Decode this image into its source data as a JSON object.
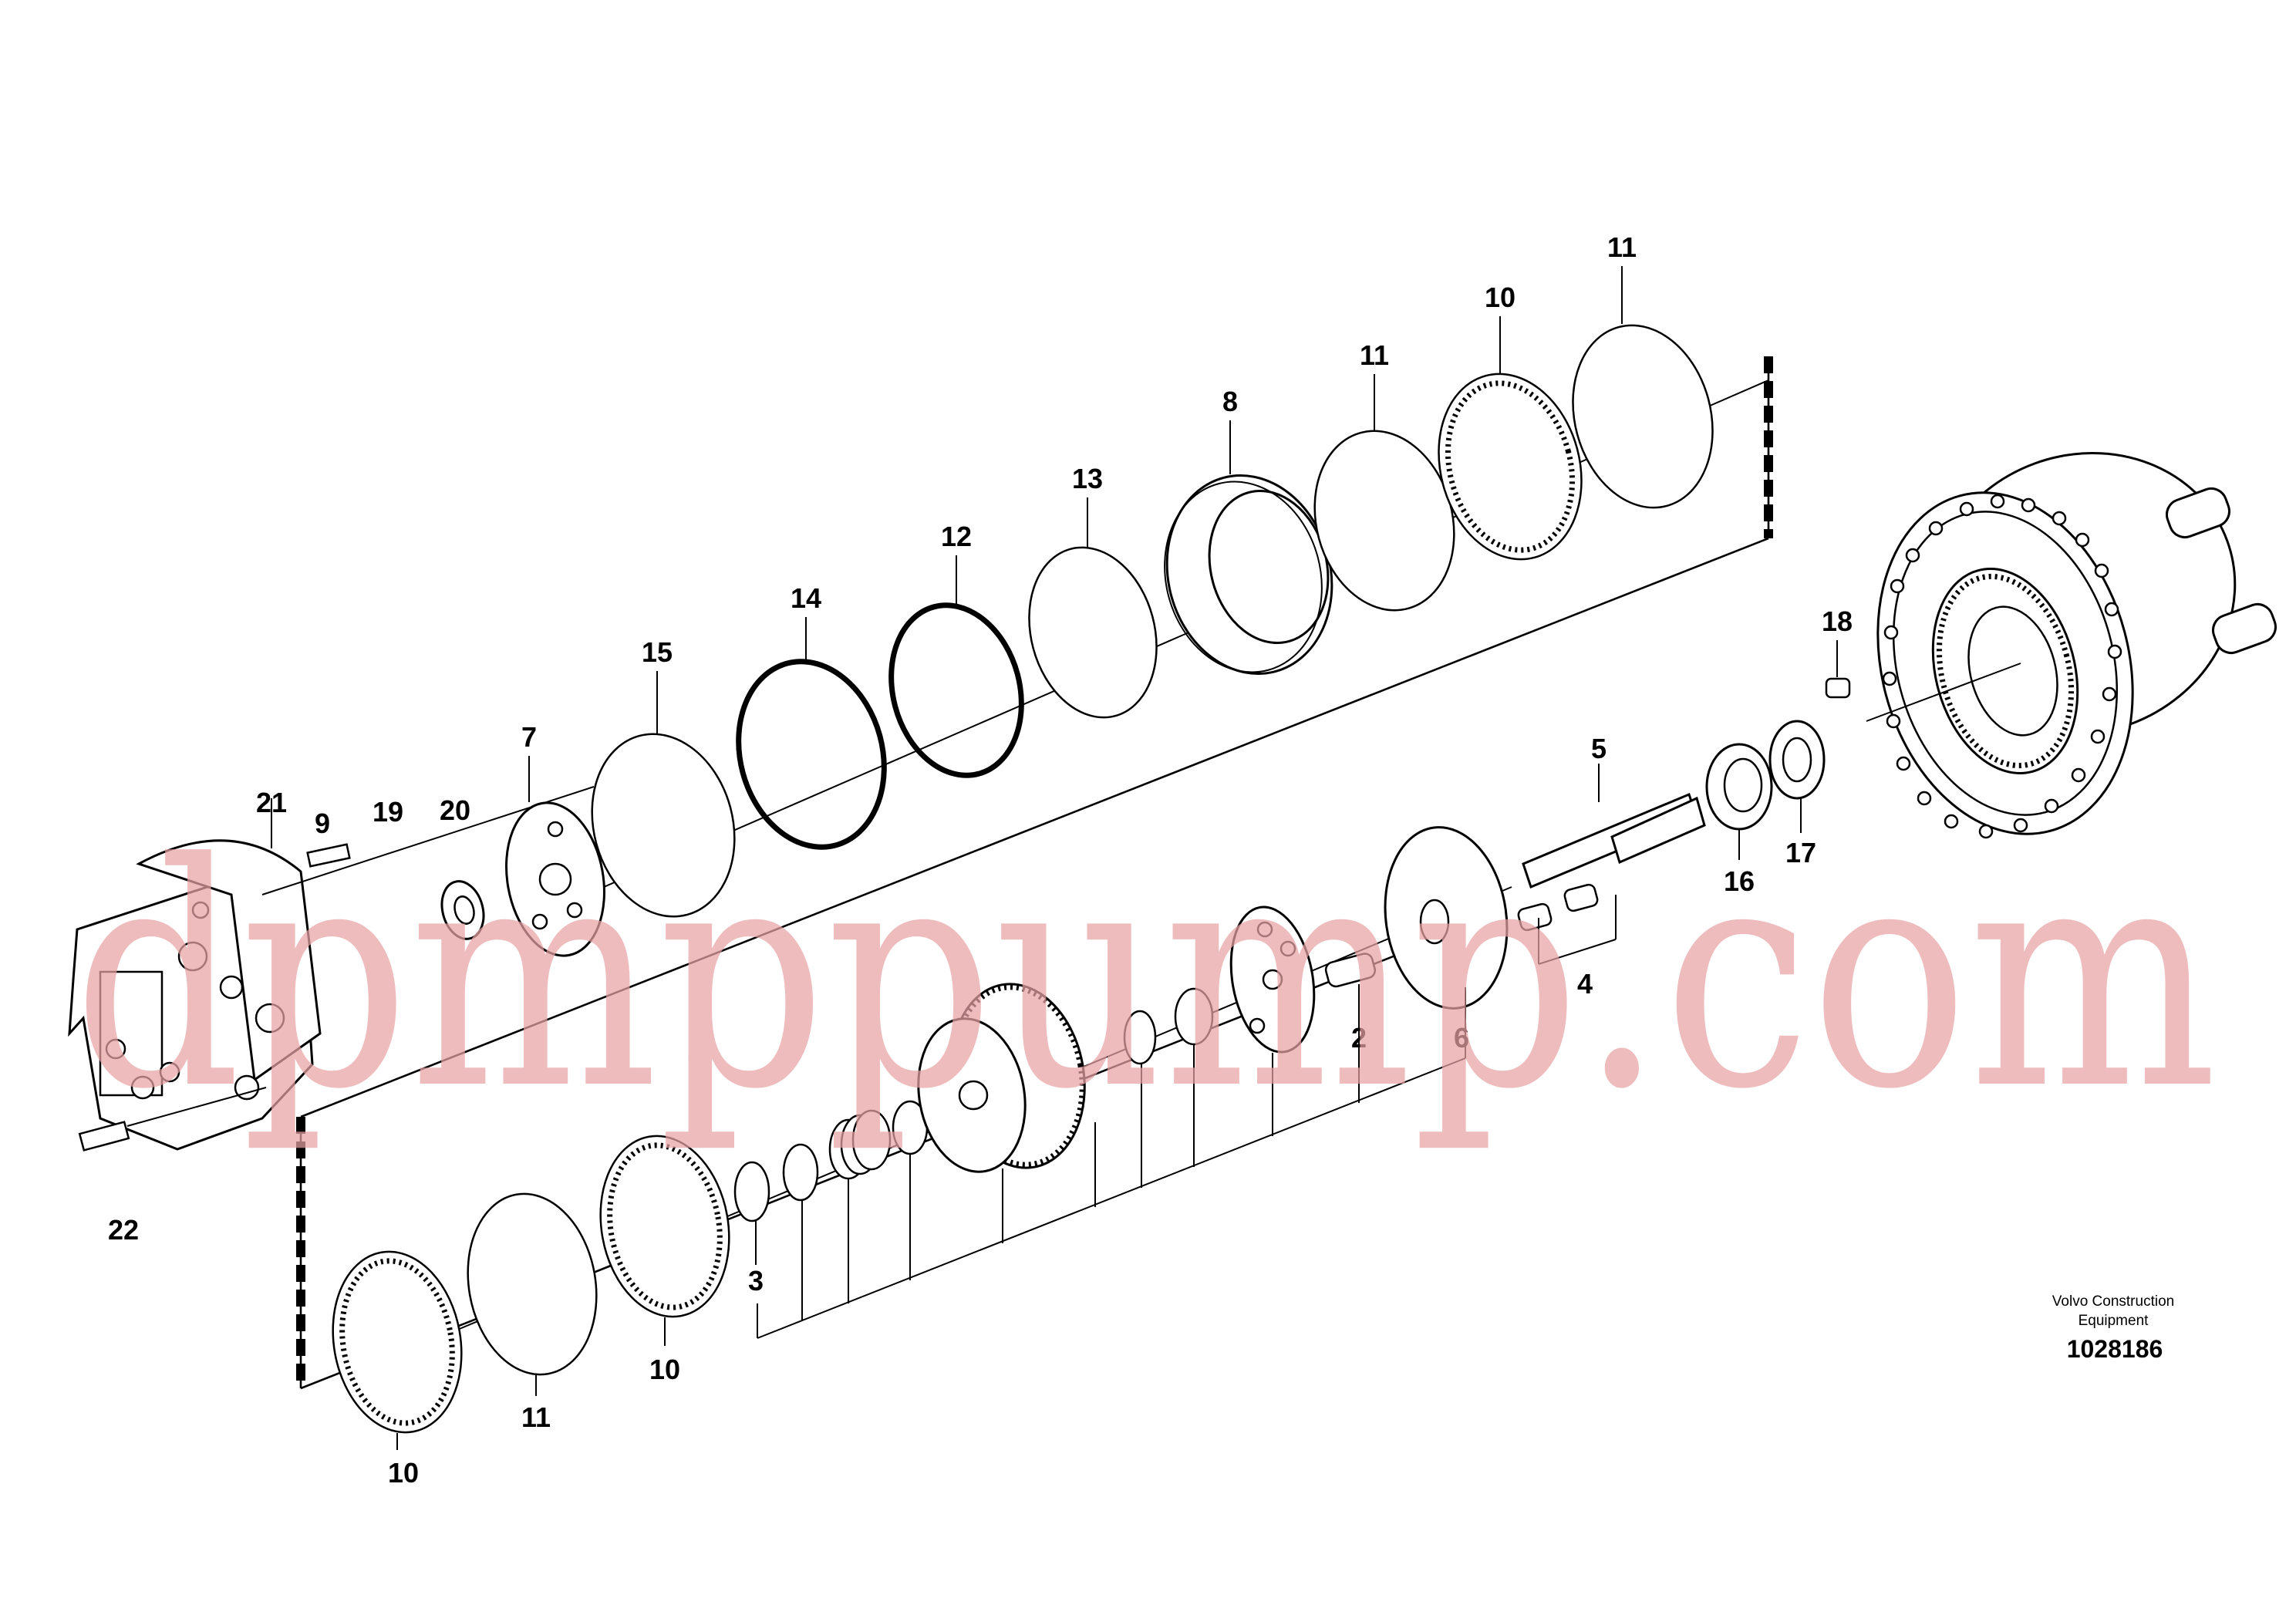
{
  "diagram": {
    "callouts": [
      "11",
      "10",
      "11",
      "8",
      "13",
      "12",
      "14",
      "15",
      "7",
      "21",
      "19",
      "20",
      "9",
      "22",
      "18",
      "5",
      "16",
      "17",
      "4",
      "2",
      "6",
      "3",
      "10",
      "11",
      "10"
    ],
    "publisher_caption_line1": "Volvo Construction",
    "publisher_caption_line2": "Equipment",
    "document_number": "1028186"
  },
  "watermark": {
    "text": "dpmppump.com"
  }
}
